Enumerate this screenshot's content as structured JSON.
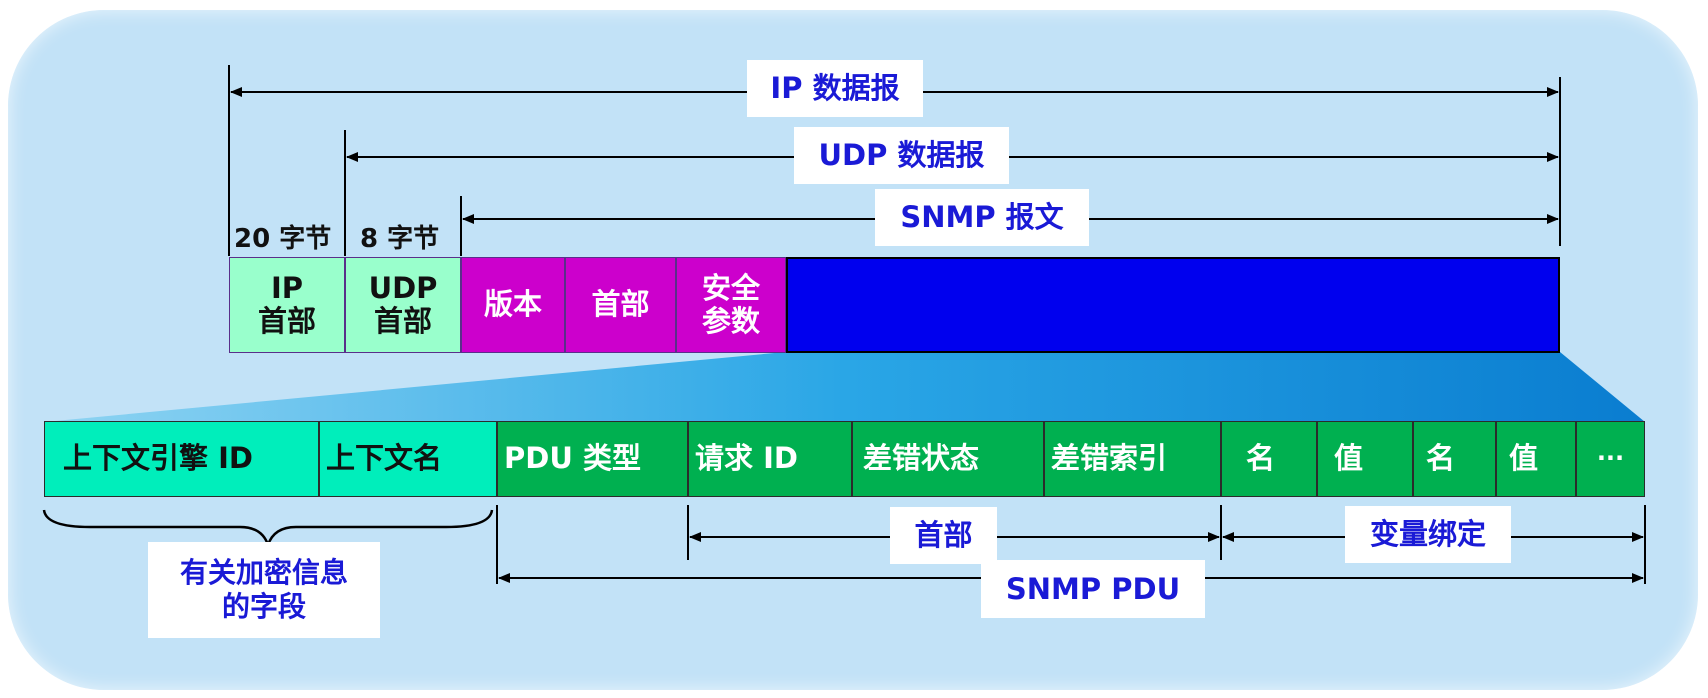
{
  "top_labels": {
    "ip_datagram": "IP 数据报",
    "udp_datagram": "UDP 数据报",
    "snmp_message": "SNMP 报文",
    "ip_bytes": "20 字节",
    "udp_bytes": "8 字节"
  },
  "top_row": {
    "ip_header": [
      "IP",
      "首部"
    ],
    "udp_header": [
      "UDP",
      "首部"
    ],
    "version": "版本",
    "header": "首部",
    "security_params": [
      "安全",
      "参数"
    ]
  },
  "bottom_row": {
    "context_engine_id": "上下文引擎 ID",
    "context_name": "上下文名",
    "pdu_type": "PDU 类型",
    "request_id": "请求 ID",
    "error_status": "差错状态",
    "error_index": "差错索引",
    "name_1": "名",
    "value_1": "值",
    "name_2": "名",
    "value_2": "值",
    "ellipsis": "···"
  },
  "bottom_labels": {
    "crypto_fields": [
      "有关加密信息",
      "的字段"
    ],
    "header": "首部",
    "var_bindings": "变量绑定",
    "snmp_pdu": "SNMP PDU"
  },
  "colors": {
    "background": "#c2e2f7",
    "header_green": "#99ffcc",
    "magenta": "#cc00cc",
    "blue": "#0000ee",
    "cyan": "#00eebb",
    "pdu_green": "#00b050",
    "label_text": "#1a1ad6"
  }
}
